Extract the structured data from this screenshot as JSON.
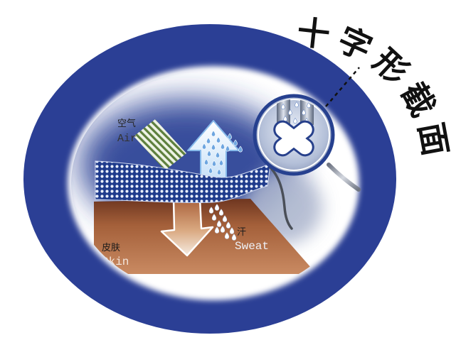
{
  "labels": {
    "air_cn": "空气",
    "air_en": "Air",
    "sweat_cn": "汗",
    "sweat_en": "Sweat",
    "skin_cn": "皮肤",
    "skin_en": "Skin",
    "title": "十字形截面"
  },
  "colors": {
    "ring": "#2b3f95",
    "fabric": "#1f3b8c",
    "fiber_line": "#4a4f58",
    "magnifier_border": "#26408f",
    "cross_outline": "#27408b",
    "cross_fill": "#ffffff",
    "sweat_arrow_outline": "#86b9ea",
    "title_line": "#111111"
  },
  "icons": {
    "air_arrow": "striped-arrow-icon",
    "sweat_arrow": "up-arrow-icon",
    "heat_arrow": "down-arrow-icon",
    "magnifier": "magnifier-icon",
    "cross_section": "cross-shape-icon"
  }
}
